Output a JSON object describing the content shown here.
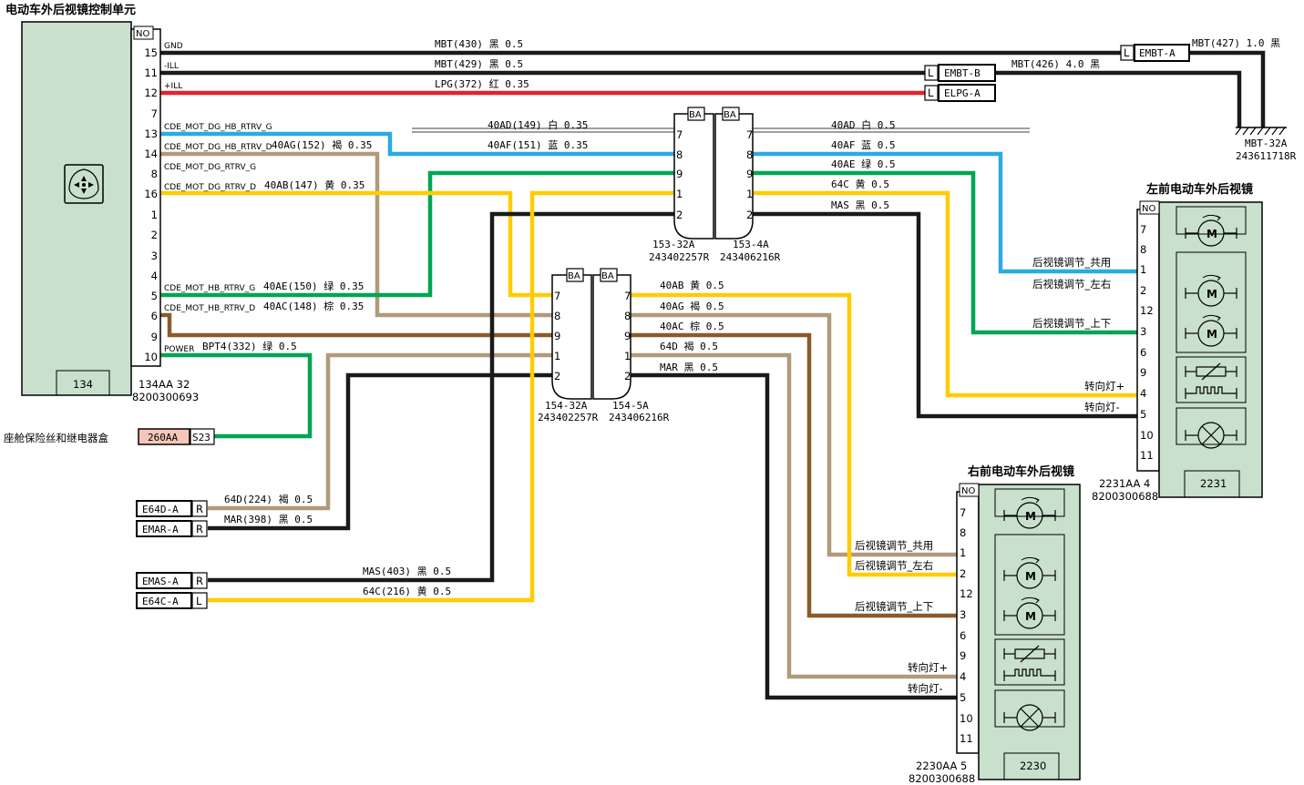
{
  "colors": {
    "black": "#1a1a1a",
    "red": "#e8202a",
    "blue": "#29abe2",
    "green": "#00a651",
    "yellow": "#ffcc00",
    "tan": "#b09a7a",
    "brown": "#8b5a2b",
    "module_fill": "#c9e0cc"
  },
  "ecu": {
    "title": "电动车外后视镜控制单元",
    "no_label": "NO",
    "icon": "mirror-control-icon",
    "box_number": "134",
    "part_line1": "134AA 32",
    "part_line2": "8200300693",
    "pins": [
      "15",
      "11",
      "12",
      "7",
      "13",
      "14",
      "8",
      "16",
      "1",
      "2",
      "3",
      "4",
      "5",
      "6",
      "9",
      "10"
    ],
    "signals": {
      "gnd": "GND",
      "ill_neg": "-ILL",
      "ill_pos": "+ILL",
      "s13": "CDE_MOT_DG_HB_RTRV_G",
      "s14": "CDE_MOT_DG_HB_RTRV_D",
      "s8": "CDE_MOT_DG_RTRV_G",
      "s16": "CDE_MOT_DG_RTRV_D",
      "s5": "CDE_MOT_HB_RTRV_G",
      "s6": "CDE_MOT_HB_RTRV_D",
      "s10": "POWER"
    }
  },
  "wires": {
    "w1": "MBT(430) 黑 0.5",
    "w2": "MBT(429) 黑 0.5",
    "w3": "LPG(372) 红 0.35",
    "w4": "40AD(149) 白 0.35",
    "w5": "40AF(151) 蓝 0.35",
    "w6": "40AG(152) 褐 0.35",
    "w7": "40AB(147) 黄 0.35",
    "w8": "40AE(150) 绿 0.35",
    "w9": "40AC(148) 棕 0.35",
    "w10": "BPT4(332) 绿 0.5",
    "w11": "MBT(427) 1.0 黑",
    "w12": "MBT(426) 4.0 黑",
    "w13": "64D(224) 褐 0.5",
    "w14": "MAR(398) 黑 0.5",
    "w15": "MAS(403) 黑 0.5",
    "w16": "64C(216) 黄 0.5",
    "r1": "40AD 白 0.5",
    "r2": "40AF 蓝 0.5",
    "r3": "40AE 绿 0.5",
    "r4": "64C 黄 0.5",
    "r5": "MAS 黑 0.5",
    "b1": "40AB 黄 0.5",
    "b2": "40AG 褐 0.5",
    "b3": "40AC 棕 0.5",
    "b4": "64D 褐 0.5",
    "b5": "MAR 黑 0.5"
  },
  "ground": {
    "embt_a": "EMBT-A",
    "embt_b": "EMBT-B",
    "elpg_a": "ELPG-A",
    "l": "L",
    "name": "MBT-32A",
    "part": "243611718R"
  },
  "connector_153": {
    "ba": "BA",
    "pins": [
      "7",
      "8",
      "9",
      "1",
      "2"
    ],
    "left_id": "153-32A",
    "left_part": "243402257R",
    "right_id": "153-4A",
    "right_part": "243406216R"
  },
  "connector_154": {
    "ba": "BA",
    "pins": [
      "7",
      "8",
      "9",
      "1",
      "2"
    ],
    "left_id": "154-32A",
    "left_part": "243402257R",
    "right_id": "154-5A",
    "right_part": "243406216R"
  },
  "fusebox": {
    "label": "座舱保险丝和继电器盒",
    "box": "260AA",
    "pin": "S23"
  },
  "left_ends": {
    "e64d": "E64D-A",
    "emar": "EMAR-A",
    "emas": "EMAS-A",
    "e64c": "E64C-A",
    "r": "R",
    "l": "L"
  },
  "mirror_left": {
    "title": "左前电动车外后视镜",
    "no_label": "NO",
    "pins": [
      "7",
      "8",
      "1",
      "2",
      "12",
      "3",
      "6",
      "9",
      "4",
      "5",
      "10",
      "11"
    ],
    "labels": {
      "common": "后视镜调节_共用",
      "lr": "后视镜调节_左右",
      "ud": "后视镜调节_上下",
      "turn_pos": "转向灯+",
      "turn_neg": "转向灯-"
    },
    "box_number": "2231",
    "part_line1": "2231AA 4",
    "part_line2": "8200300688",
    "motor_label": "M"
  },
  "mirror_right": {
    "title": "右前电动车外后视镜",
    "no_label": "NO",
    "pins": [
      "7",
      "8",
      "1",
      "2",
      "12",
      "3",
      "6",
      "9",
      "4",
      "5",
      "10",
      "11"
    ],
    "labels": {
      "common": "后视镜调节_共用",
      "lr": "后视镜调节_左右",
      "ud": "后视镜调节_上下",
      "turn_pos": "转向灯+",
      "turn_neg": "转向灯-"
    },
    "box_number": "2230",
    "part_line1": "2230AA 5",
    "part_line2": "8200300688",
    "motor_label": "M"
  }
}
